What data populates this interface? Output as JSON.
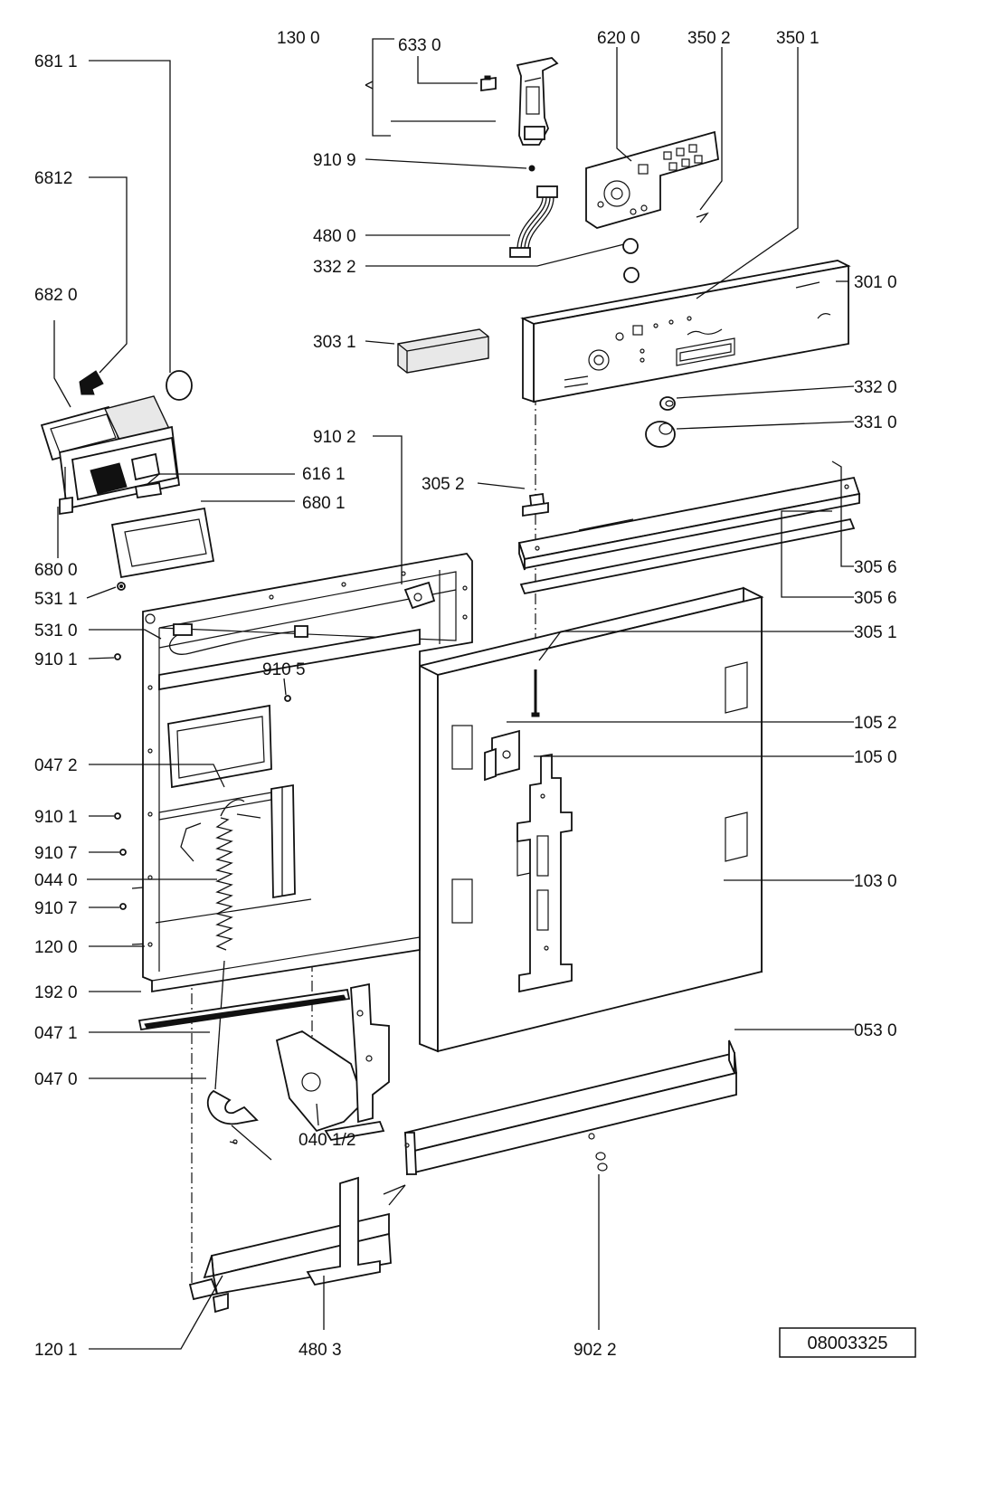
{
  "diagram": {
    "reference_number": "08003325",
    "callouts": [
      {
        "id": "681-1",
        "text": "681 1"
      },
      {
        "id": "6812",
        "text": "6812"
      },
      {
        "id": "682-0",
        "text": "682 0"
      },
      {
        "id": "680-0",
        "text": "680 0"
      },
      {
        "id": "616-1",
        "text": "616 1"
      },
      {
        "id": "680-1",
        "text": "680 1"
      },
      {
        "id": "531-1",
        "text": "531 1"
      },
      {
        "id": "531-0",
        "text": "531 0"
      },
      {
        "id": "910-1-a",
        "text": "910 1"
      },
      {
        "id": "910-5",
        "text": "910 5"
      },
      {
        "id": "047-2",
        "text": "047 2"
      },
      {
        "id": "910-1-b",
        "text": "910 1"
      },
      {
        "id": "910-7-a",
        "text": "910 7"
      },
      {
        "id": "044-0",
        "text": "044 0"
      },
      {
        "id": "910-7-b",
        "text": "910 7"
      },
      {
        "id": "120-0",
        "text": "120 0"
      },
      {
        "id": "192-0",
        "text": "192 0"
      },
      {
        "id": "047-1",
        "text": "047 1"
      },
      {
        "id": "047-0",
        "text": "047 0"
      },
      {
        "id": "040-1-2",
        "text": "040 1/2"
      },
      {
        "id": "120-1",
        "text": "120 1"
      },
      {
        "id": "480-3",
        "text": "480 3"
      },
      {
        "id": "902-2",
        "text": "902 2"
      },
      {
        "id": "130-0",
        "text": "130 0"
      },
      {
        "id": "633-0",
        "text": "633 0"
      },
      {
        "id": "620-0",
        "text": "620 0"
      },
      {
        "id": "350-2",
        "text": "350 2"
      },
      {
        "id": "350-1",
        "text": "350 1"
      },
      {
        "id": "910-9",
        "text": "910 9"
      },
      {
        "id": "480-0",
        "text": "480 0"
      },
      {
        "id": "332-2",
        "text": "332 2"
      },
      {
        "id": "303-1",
        "text": "303 1"
      },
      {
        "id": "301-0",
        "text": "301 0"
      },
      {
        "id": "332-0",
        "text": "332 0"
      },
      {
        "id": "331-0",
        "text": "331 0"
      },
      {
        "id": "910-2",
        "text": "910 2"
      },
      {
        "id": "305-2",
        "text": "305 2"
      },
      {
        "id": "305-6-a",
        "text": "305 6"
      },
      {
        "id": "305-6-b",
        "text": "305 6"
      },
      {
        "id": "305-1",
        "text": "305 1"
      },
      {
        "id": "105-2",
        "text": "105 2"
      },
      {
        "id": "105-0",
        "text": "105 0"
      },
      {
        "id": "103-0",
        "text": "103 0"
      },
      {
        "id": "053-0",
        "text": "053 0"
      }
    ]
  }
}
